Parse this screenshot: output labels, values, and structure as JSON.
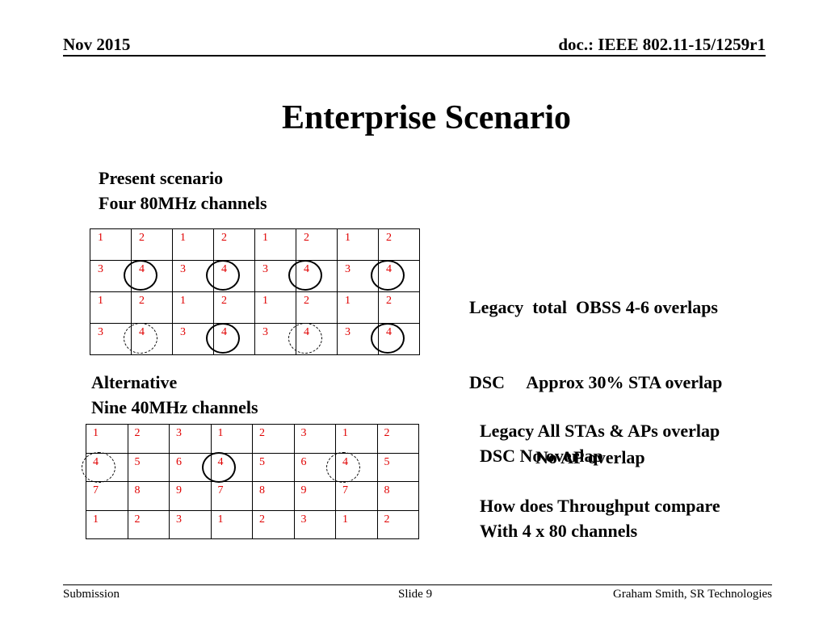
{
  "header": {
    "date": "Nov 2015",
    "doc": "doc.: IEEE 802.11-15/1259r1"
  },
  "title": "Enterprise Scenario",
  "present": {
    "line1": "Present scenario",
    "line2": "Four 80MHz channels",
    "rows": [
      [
        "1",
        "2",
        "1",
        "2",
        "1",
        "2",
        "1",
        "2"
      ],
      [
        "3",
        "4",
        "3",
        "4",
        "3",
        "4",
        "3",
        "4"
      ],
      [
        "1",
        "2",
        "1",
        "2",
        "1",
        "2",
        "1",
        "2"
      ],
      [
        "3",
        "4",
        "3",
        "4",
        "3",
        "4",
        "3",
        "4"
      ]
    ],
    "notes": {
      "l1": "Legacy  total  OBSS 4-6 overlaps",
      "l2": "DSC     Approx 30% STA overlap",
      "l3": "No AP overlap"
    }
  },
  "alternative": {
    "line1": "Alternative",
    "line2": "Nine 40MHz channels",
    "rows": [
      [
        "1",
        "2",
        "3",
        "1",
        "2",
        "3",
        "1",
        "2"
      ],
      [
        "4",
        "5",
        "6",
        "4",
        "5",
        "6",
        "4",
        "5"
      ],
      [
        "7",
        "8",
        "9",
        "7",
        "8",
        "9",
        "7",
        "8"
      ],
      [
        "1",
        "2",
        "3",
        "1",
        "2",
        "3",
        "1",
        "2"
      ]
    ],
    "notes": {
      "l1": "Legacy All STAs & APs overlap",
      "l2": "DSC No overlap",
      "l3": "How does Throughput compare",
      "l4": "With 4 x 80 channels"
    }
  },
  "footer": {
    "left": "Submission",
    "center": "Slide 9",
    "right": "Graham Smith, SR Technologies"
  }
}
